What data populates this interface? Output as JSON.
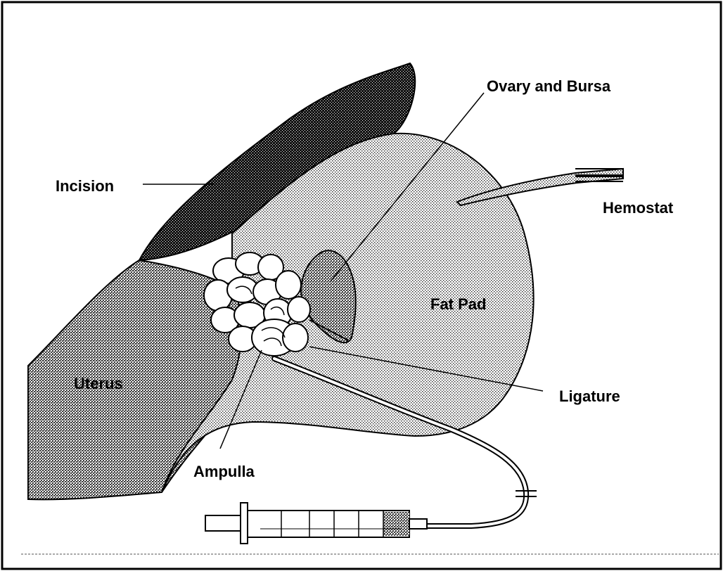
{
  "diagram": {
    "labels": {
      "ovary_bursa": "Ovary and Bursa",
      "incision": "Incision",
      "hemostat": "Hemostat",
      "fat_pad": "Fat Pad",
      "uterus": "Uterus",
      "ligature": "Ligature",
      "ampulla": "Ampulla"
    }
  }
}
